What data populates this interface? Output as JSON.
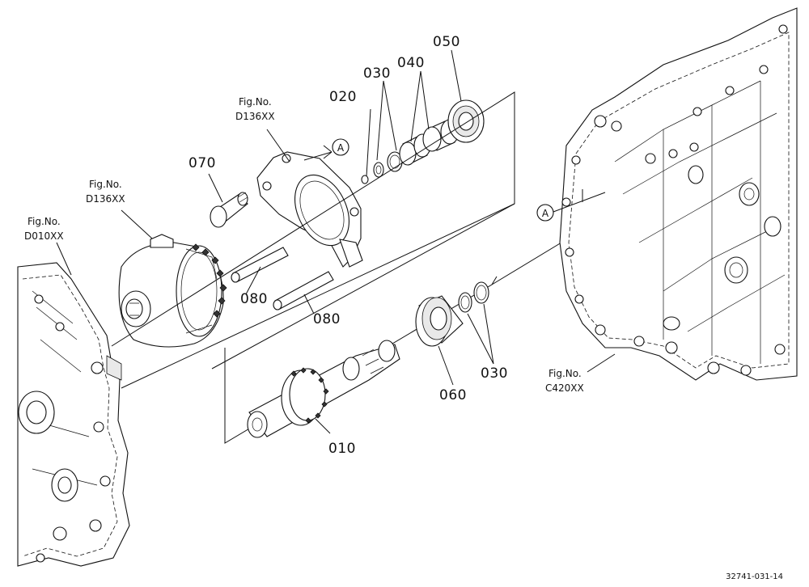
{
  "labels": {
    "p010": "010",
    "p020": "020",
    "p030a": "030",
    "p030b": "030",
    "p040": "040",
    "p050": "050",
    "p060": "060",
    "p070": "070",
    "p080a": "080",
    "p080b": "080"
  },
  "figrefs": {
    "d010": {
      "line1": "Fig.No.",
      "line2": "D010XX"
    },
    "d136a": {
      "line1": "Fig.No.",
      "line2": "D136XX"
    },
    "d136b": {
      "line1": "Fig.No.",
      "line2": "D136XX"
    },
    "c420": {
      "line1": "Fig.No.",
      "line2": "C420XX"
    }
  },
  "markers": {
    "a1": "A",
    "a2": "A"
  },
  "diagram_code": "32741-031-14"
}
